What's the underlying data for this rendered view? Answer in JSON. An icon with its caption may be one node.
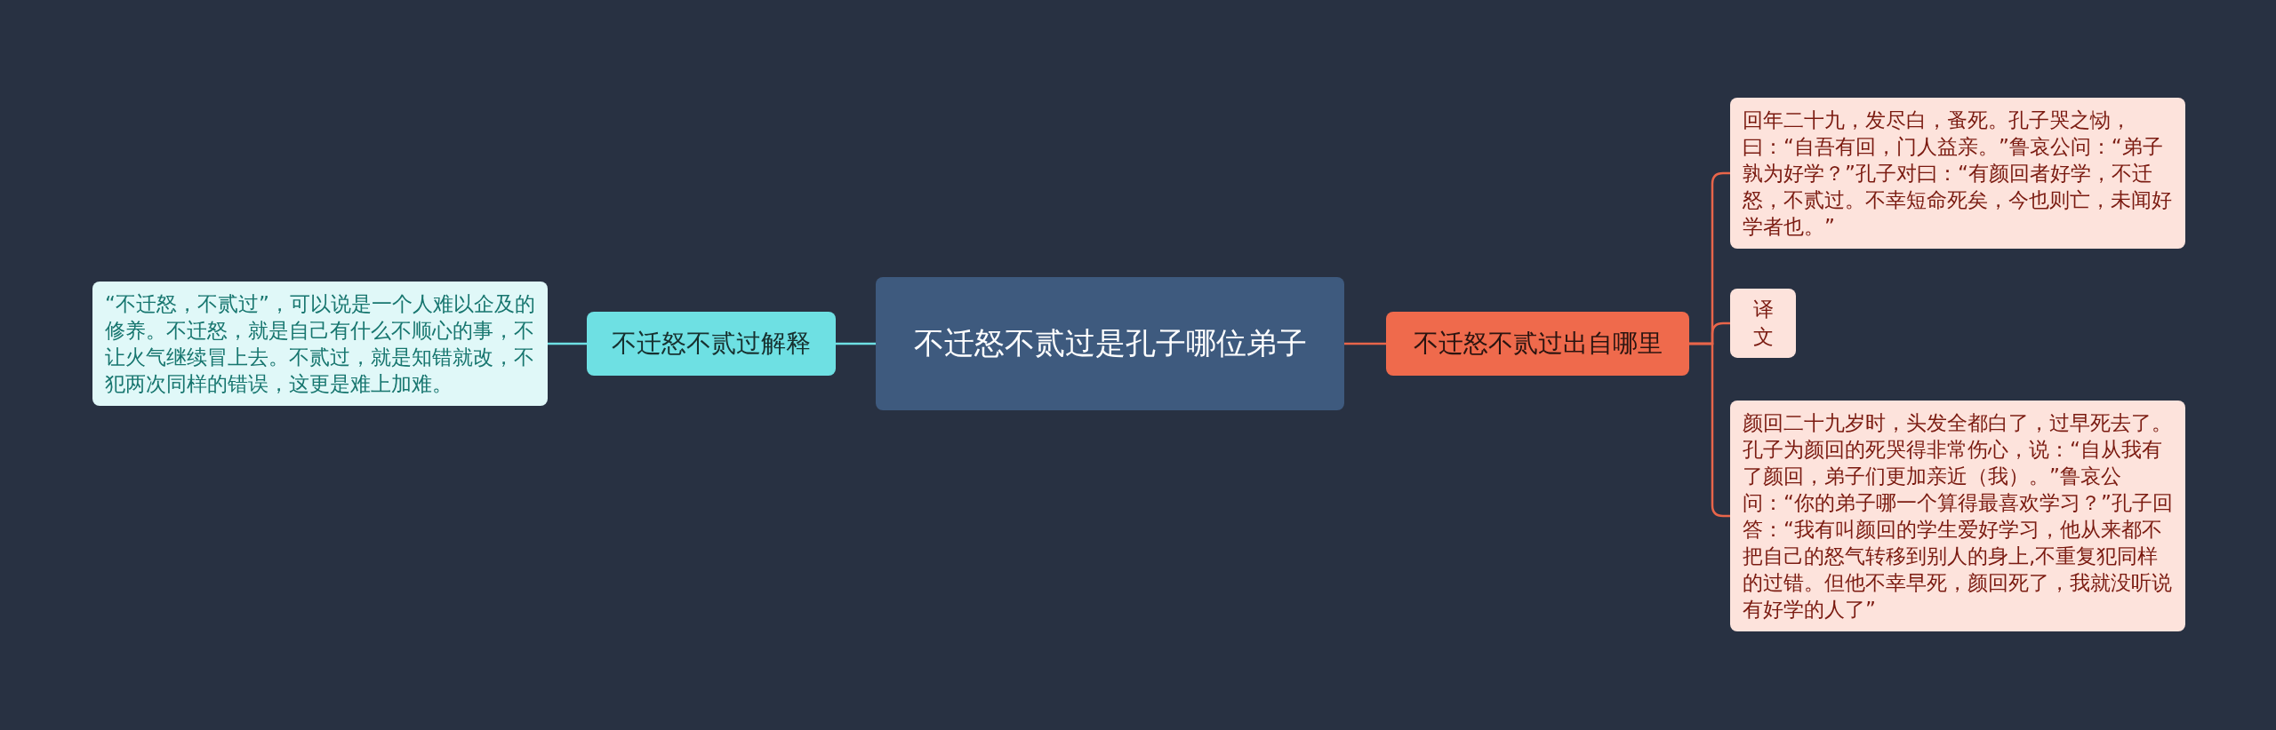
{
  "diagram": {
    "nodes": [
      {
        "text": [
          "不迁怒不贰过是孔子哪位弟子"
        ]
      },
      {
        "text": [
          "不迁怒不贰过解释"
        ]
      },
      {
        "text": [
          "“不迁怒，不贰过”，可以说是一个人难以企及的修养。不迁怒，就是自己有什么不顺心的事，不让火气继续冒上去。不贰过，就是知错就改，不犯两次同样的错误，这更是难上加难。"
        ]
      },
      {
        "text": [
          "不迁怒不贰过出自哪里"
        ]
      },
      {
        "text": [
          "回年二十九，发尽白，蚤死。孔子哭之恸，曰：“自吾有回，门人益亲。”鲁哀公问：“弟子孰为好学？”孔子对曰：“有颜回者好学，不迁怒，不贰过。不幸短命死矣，今也则亡，未闻好学者也。”"
        ]
      },
      {
        "text": [
          "译文"
        ]
      },
      {
        "text": [
          "颜回二十九岁时，头发全都白了，过早死去了。孔子为颜回的死哭得非常伤心，说：“自从我有了颜回，弟子们更加亲近（我）。”鲁哀公问：“你的弟子哪一个算得最喜欢学习？”孔子回答：“我有叫颜回的学生爱好学习，他从来都不把自己的怒气转移到别人的身上,不重复犯同样的过错。但他不幸早死，颜回死了，我就没听说有好学的人了”"
        ]
      }
    ],
    "edges": [
      {
        "from": 0,
        "to": 1,
        "arrow": "none",
        "color": "#6ee0e3"
      },
      {
        "from": 1,
        "to": 2,
        "arrow": "none",
        "color": "#6ee0e3"
      },
      {
        "from": 0,
        "to": 3,
        "arrow": "none"
      },
      {
        "from": 3,
        "to": 4,
        "arrow": "none"
      },
      {
        "from": 3,
        "to": 5,
        "arrow": "none"
      },
      {
        "from": 3,
        "to": 6,
        "arrow": "none"
      }
    ]
  }
}
